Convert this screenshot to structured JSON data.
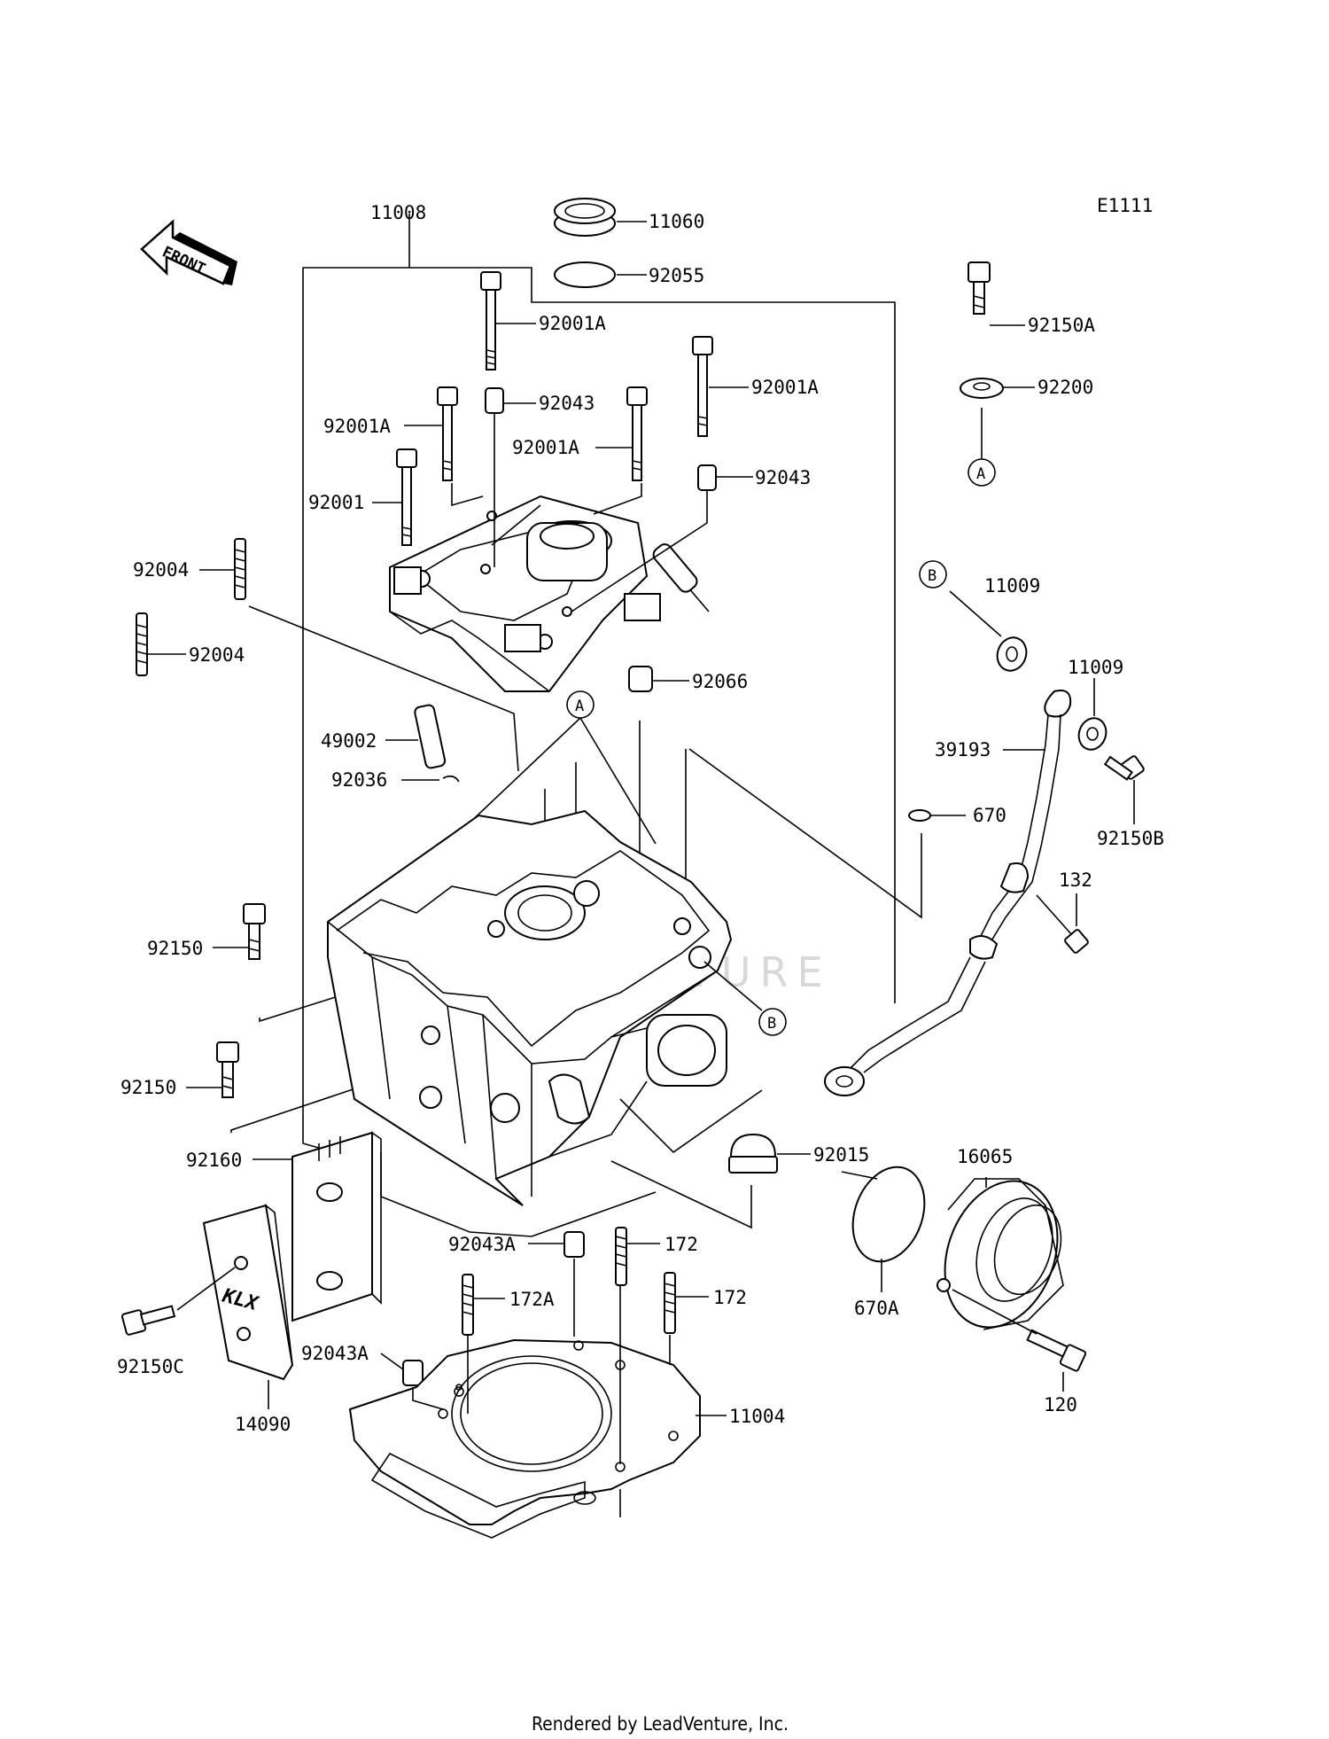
{
  "diagram": {
    "code": "E1111",
    "front_label": "FRONT",
    "watermark": "LEADVENTURE",
    "footer": "Rendered by LeadVenture, Inc.",
    "callouts": [
      "A",
      "B"
    ],
    "part_labels": {
      "p11008": "11008",
      "p11060": "11060",
      "p92055": "92055",
      "p92001A_1": "92001A",
      "p92043_1": "92043",
      "p92001A_2": "92001A",
      "p92001A_3": "92001A",
      "p92001A_4": "92001A",
      "p92043_2": "92043",
      "p92001": "92001",
      "p92004_1": "92004",
      "p92004_2": "92004",
      "p92066": "92066",
      "p49002": "49002",
      "p92036": "92036",
      "p92150A": "92150A",
      "p92200": "92200",
      "p11009_1": "11009",
      "p11009_2": "11009",
      "p39193": "39193",
      "p92150B": "92150B",
      "p670": "670",
      "p132": "132",
      "p92150_1": "92150",
      "p92150_2": "92150",
      "p92015": "92015",
      "p16065": "16065",
      "p670A": "670A",
      "p120": "120",
      "p92160": "92160",
      "p92043A_1": "92043A",
      "p172_1": "172",
      "p172A": "172A",
      "p172_2": "172",
      "p92043A_2": "92043A",
      "p11004": "11004",
      "p92150C": "92150C",
      "p14090": "14090",
      "guard_text": "KLX"
    }
  }
}
